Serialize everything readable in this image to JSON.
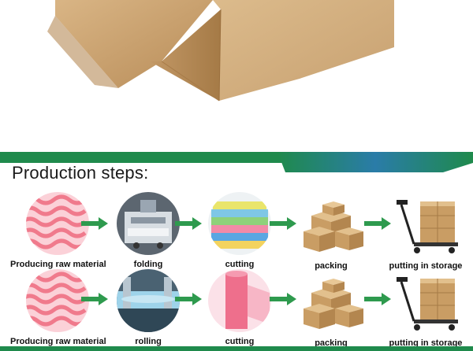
{
  "title": "Production steps:",
  "rows": [
    {
      "steps": [
        {
          "label": "Producing raw material",
          "icon": "wavy-pattern-icon"
        },
        {
          "label": "folding",
          "icon": "folding-machine-icon"
        },
        {
          "label": "cutting",
          "icon": "stacked-cloths-icon"
        },
        {
          "label": "packing",
          "icon": "boxes-icon"
        },
        {
          "label": "putting in storage",
          "icon": "pallet-jack-icon"
        }
      ]
    },
    {
      "steps": [
        {
          "label": "Producing raw material",
          "icon": "wavy-pattern-icon"
        },
        {
          "label": "rolling",
          "icon": "rolling-machine-icon"
        },
        {
          "label": "cutting",
          "icon": "cloth-roll-icon"
        },
        {
          "label": "packing",
          "icon": "boxes-icon"
        },
        {
          "label": "putting in storage",
          "icon": "pallet-jack-icon"
        }
      ]
    }
  ],
  "colors": {
    "brand_green": "#1f8a4c",
    "arrow_green": "#2e9a4e",
    "cardboard": "#c9a272",
    "wave_pink": "#f07a8c"
  }
}
